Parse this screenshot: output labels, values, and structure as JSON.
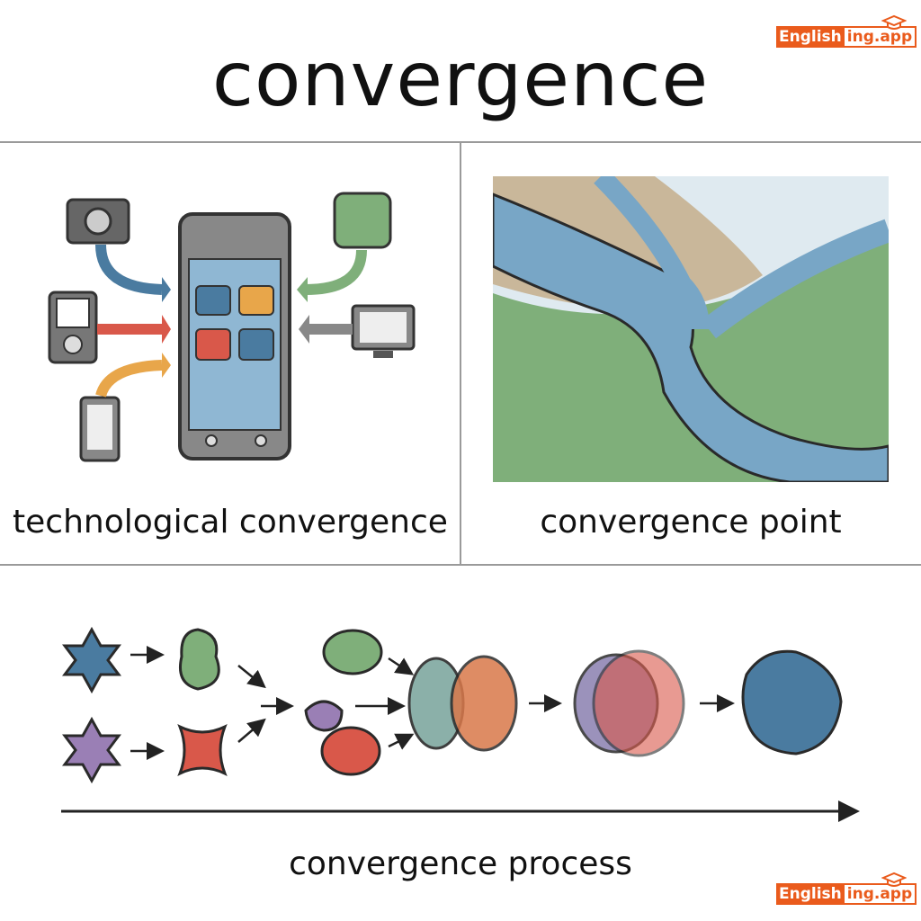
{
  "title": "convergence",
  "logo": {
    "part1": "English",
    "part2": "ing.app"
  },
  "panels": {
    "left_caption": "technological convergence",
    "right_caption": "convergence point",
    "bottom_caption": "convergence process"
  },
  "colors": {
    "blue": "#4a7ba0",
    "green": "#7faf7a",
    "red": "#d9584a",
    "purple": "#9a7fb5",
    "orange": "#e8a64a",
    "logo": "#ea5b1c"
  }
}
